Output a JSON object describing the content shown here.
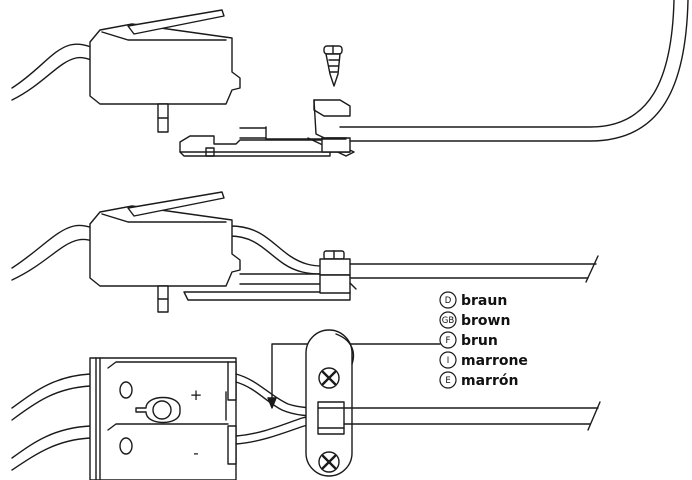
{
  "legend": [
    {
      "code": "D",
      "label": "braun"
    },
    {
      "code": "GB",
      "label": "brown"
    },
    {
      "code": "F",
      "label": "brun"
    },
    {
      "code": "I",
      "label": "marrone"
    },
    {
      "code": "E",
      "label": "marrón"
    }
  ],
  "terminal_signs": {
    "plus": "+",
    "minus": "-"
  },
  "colors": {
    "line": "#1a1a1a",
    "fill": "#ffffff"
  }
}
